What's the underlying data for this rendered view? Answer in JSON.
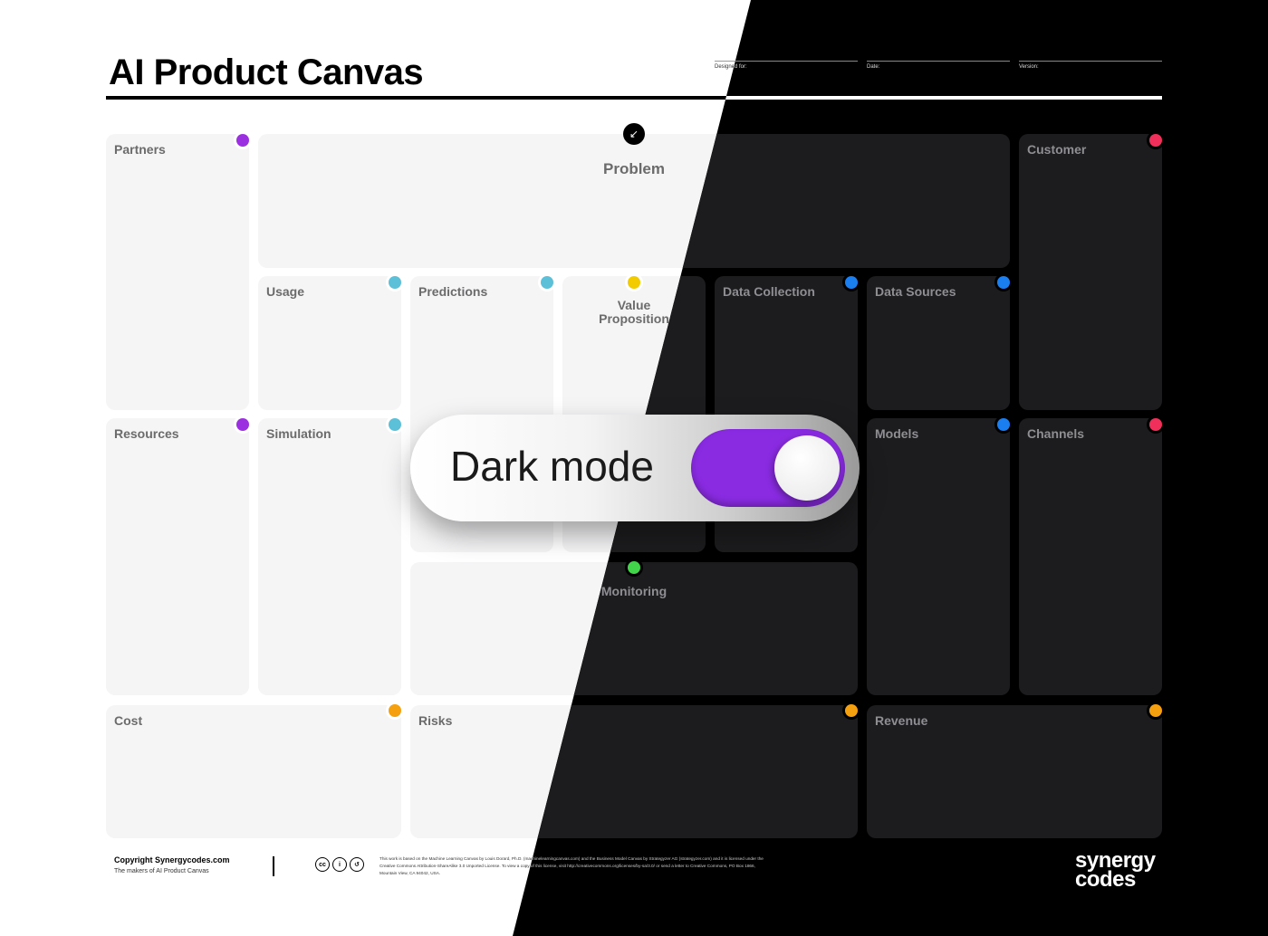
{
  "header": {
    "title": "AI Product Canvas",
    "designed_for_label": "Designed for:",
    "date_label": "Date:",
    "version_label": "Version:"
  },
  "blocks": {
    "partners": "Partners",
    "problem": "Problem",
    "customer": "Customer",
    "usage": "Usage",
    "predictions": "Predictions",
    "value_proposition": "Value Proposition",
    "data_collection": "Data Collection",
    "data_sources": "Data Sources",
    "resources": "Resources",
    "simulation": "Simulation",
    "models": "Models",
    "channels": "Channels",
    "monitoring": "Monitoring",
    "cost": "Cost",
    "risks": "Risks",
    "revenue": "Revenue"
  },
  "toggle": {
    "label": "Dark mode",
    "state_on": true
  },
  "footer": {
    "copyright": "Copyright Synergycodes.com",
    "subtitle": "The makers of AI Product Canvas",
    "license_text": "This work is based on the Machine Learning Canvas by Louis Dorard, Ph.D. (machinelearningcanvas.com) and the Business Model Canvas by Strategyzer AG (strategyzer.com) and it is licensed under the Creative Commons Attribution-ShareAlike 3.0 Unported License. To view a copy of this license, visit http://creativecommons.org/licenses/by-sa/3.0/ or send a letter to Creative Commons, PO Box 1866, Mountain View, CA 94042, USA.",
    "cc_icons": [
      "cc-icon",
      "by-icon",
      "sa-icon"
    ],
    "brand_line1": "synergy",
    "brand_line2": "codes"
  },
  "colors": {
    "purple": "#9b30e0",
    "cyan": "#5bc0d8",
    "yellow": "#f2cc00",
    "blue": "#1a7ef0",
    "red": "#f0305a",
    "green": "#42d44a",
    "orange": "#f5a00f",
    "toggle_track": "#8a2be2"
  }
}
